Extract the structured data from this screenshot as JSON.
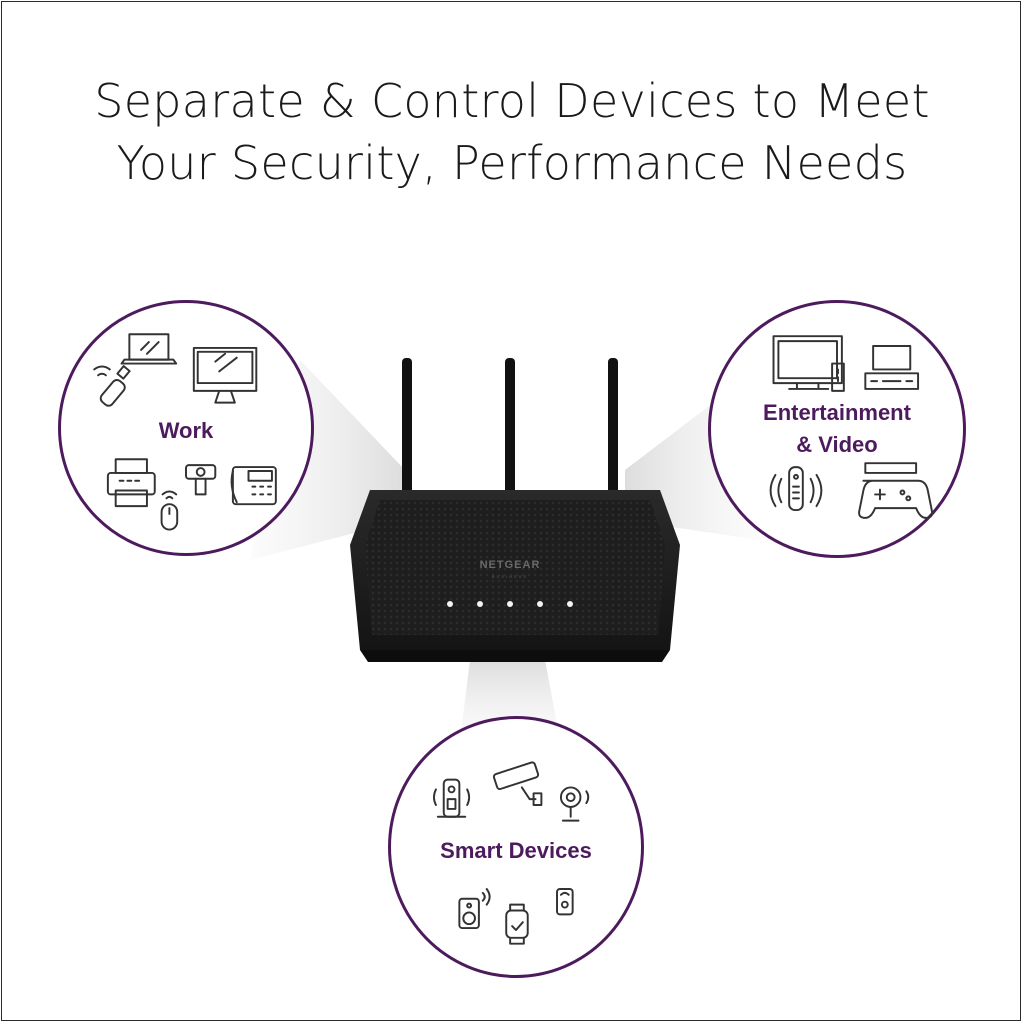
{
  "headline": {
    "line1": "Separate & Control Devices to Meet",
    "line2": "Your Security, Performance Needs"
  },
  "router": {
    "brand": "NETGEAR",
    "sub_brand": "BUSINESS"
  },
  "groups": {
    "work": {
      "label": "Work",
      "icons": [
        "wifi-usb-adapter-icon",
        "laptop-icon",
        "desktop-monitor-icon",
        "printer-icon",
        "wireless-mouse-icon",
        "webcam-icon",
        "desk-phone-icon"
      ]
    },
    "entertainment": {
      "label_line1": "Entertainment",
      "label_line2": "& Video",
      "icons": [
        "tv-with-box-icon",
        "media-center-icon",
        "remote-control-icon",
        "game-console-icon"
      ]
    },
    "smart": {
      "label": "Smart Devices",
      "icons": [
        "smart-doorbell-icon",
        "security-camera-icon",
        "smart-camera-icon",
        "smart-speaker-icon",
        "smartwatch-icon",
        "smart-plug-icon"
      ]
    }
  },
  "colors": {
    "accent": "#4d1b5d",
    "router_body": "#1b1b1b",
    "icon_stroke": "#333333"
  }
}
